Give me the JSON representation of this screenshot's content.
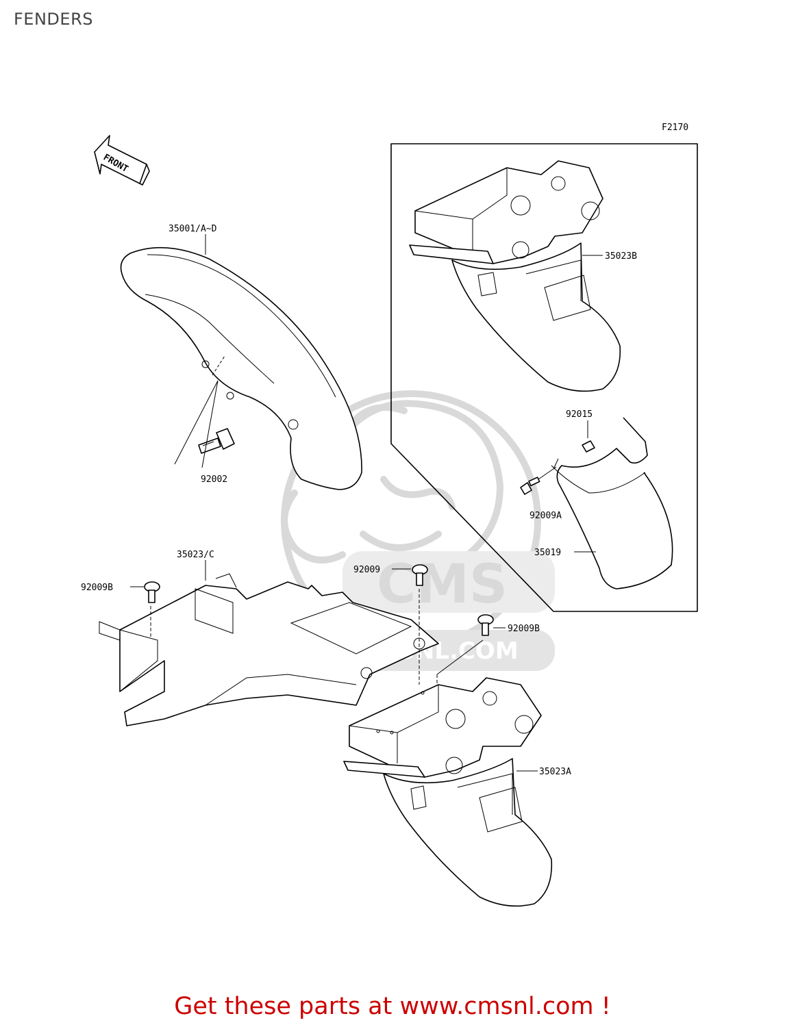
{
  "page": {
    "title": "FENDERS",
    "footer": "Get these parts at www.cmsnl.com !"
  },
  "diagram": {
    "figure_code": "F2170",
    "front_arrow_label": "FRONT",
    "watermark": {
      "brand": "CMS",
      "url": "WWW.CMSNL.COM"
    },
    "labels": {
      "front_fender": "35001/A~D",
      "front_fender_bolt": "92002",
      "inner_fender_c": "35023/C",
      "screw_92009B_left": "92009B",
      "screw_92009": "92009",
      "screw_92009B_right": "92009B",
      "rear_fender_a": "35023A",
      "rear_fender_b": "35023B",
      "nut_92015": "92015",
      "screw_92009A": "92009A",
      "flap_35019": "35019"
    }
  },
  "colors": {
    "title": "#444444",
    "footer": "#cc0000",
    "watermark": "#d9d9d9",
    "lines": "#000000"
  }
}
